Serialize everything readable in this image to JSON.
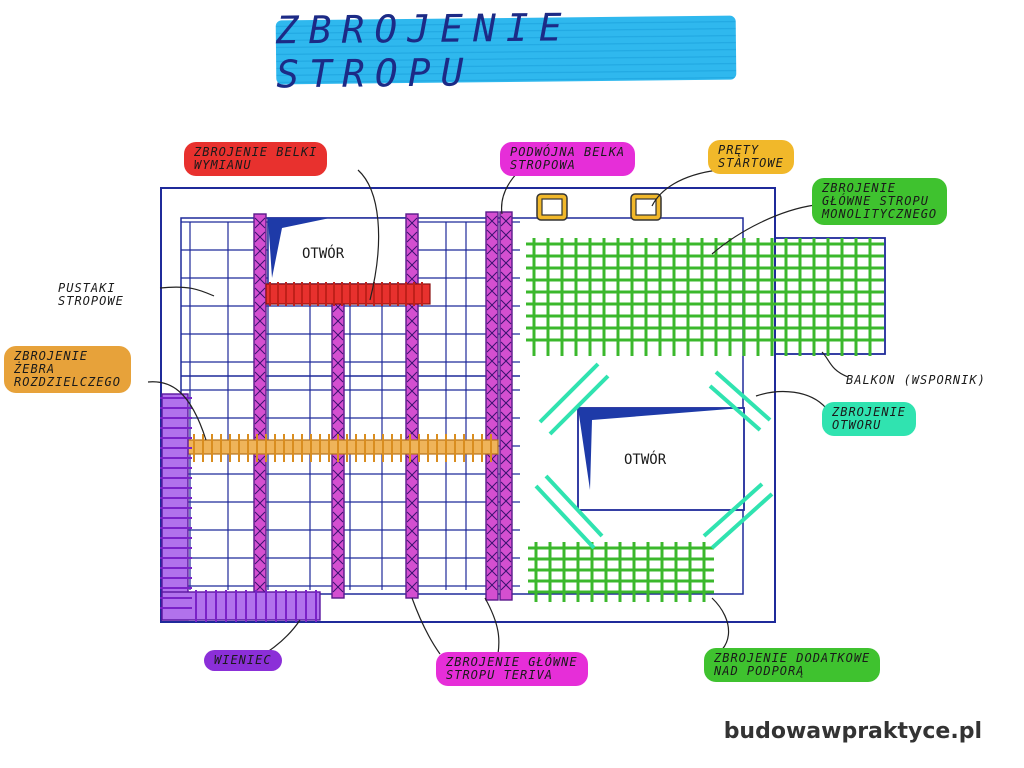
{
  "title": "ZBROJENIE STROPU",
  "watermark": "budowawpraktyce.pl",
  "labels": {
    "belka_wymianu": [
      "ZBROJENIE BELKI",
      "WYMIANU"
    ],
    "podwojna_belka": [
      "PODWÓJNA BELKA",
      "STROPOWA"
    ],
    "prety_startowe": [
      "PRĘTY",
      "STARTOWE"
    ],
    "zbrojenie_monolityczny": [
      "ZBROJENIE",
      "GŁÓWNE STROPU",
      "MONOLITYCZNEGO"
    ],
    "pustaki": [
      "PUSTAKI",
      "STROPOWE"
    ],
    "zebra": [
      "ZBROJENIE",
      "ŻEBRA",
      "ROZDZIELCZEGO"
    ],
    "balkon": [
      "BALKON (WSPORNIK)"
    ],
    "otworu": [
      "ZBROJENIE",
      "OTWORU"
    ],
    "wieniec": [
      "WIENIEC"
    ],
    "teriva": [
      "ZBROJENIE GŁÓWNE",
      "STROPU TERIVA"
    ],
    "dodatkowe": [
      "ZBROJENIE DODATKOWE",
      "NAD PODPORĄ"
    ],
    "otwor_1": "OTWÓR",
    "otwor_2": "OTWÓR"
  },
  "colors": {
    "outline": "#1f2a9a",
    "rib": "#c03bc0",
    "purple": "#8b2fd8",
    "red": "#e8312e",
    "orange": "#e7a23a",
    "green": "#3fc22f",
    "teal": "#30e3b0",
    "magenta": "#e62ed8",
    "yellow": "#f1b82a",
    "blue_fill": "#1e3aa8"
  }
}
